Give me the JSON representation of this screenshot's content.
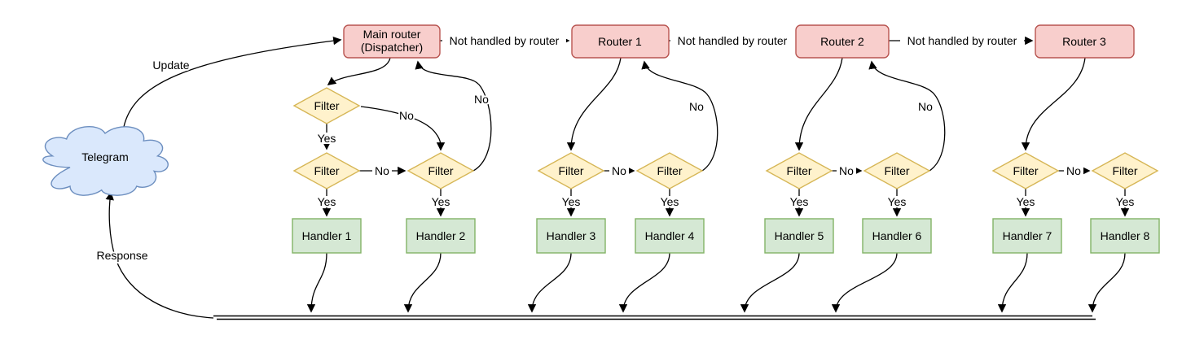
{
  "theme": {
    "router_fill": "#f8cecc",
    "router_stroke": "#b85450",
    "filter_fill": "#fff2cc",
    "filter_stroke": "#d6b656",
    "handler_fill": "#d5e8d4",
    "handler_stroke": "#82b366",
    "cloud_fill": "#dae8fc",
    "cloud_stroke": "#6c8ebf",
    "edge_color": "#000000",
    "background": "#ffffff",
    "text_color": "#000000"
  },
  "cloud": {
    "label": "Telegram"
  },
  "labels": {
    "update": "Update",
    "response": "Response",
    "not_handled": "Not handled by router",
    "yes": "Yes",
    "no": "No",
    "filter": "Filter"
  },
  "routers": [
    {
      "line1": "Main router",
      "line2": "(Dispatcher)"
    },
    {
      "line1": "Router 1"
    },
    {
      "line1": "Router 2"
    },
    {
      "line1": "Router 3"
    }
  ],
  "handlers": [
    "Handler 1",
    "Handler 2",
    "Handler 3",
    "Handler 4",
    "Handler 5",
    "Handler 6",
    "Handler 7",
    "Handler 8"
  ]
}
